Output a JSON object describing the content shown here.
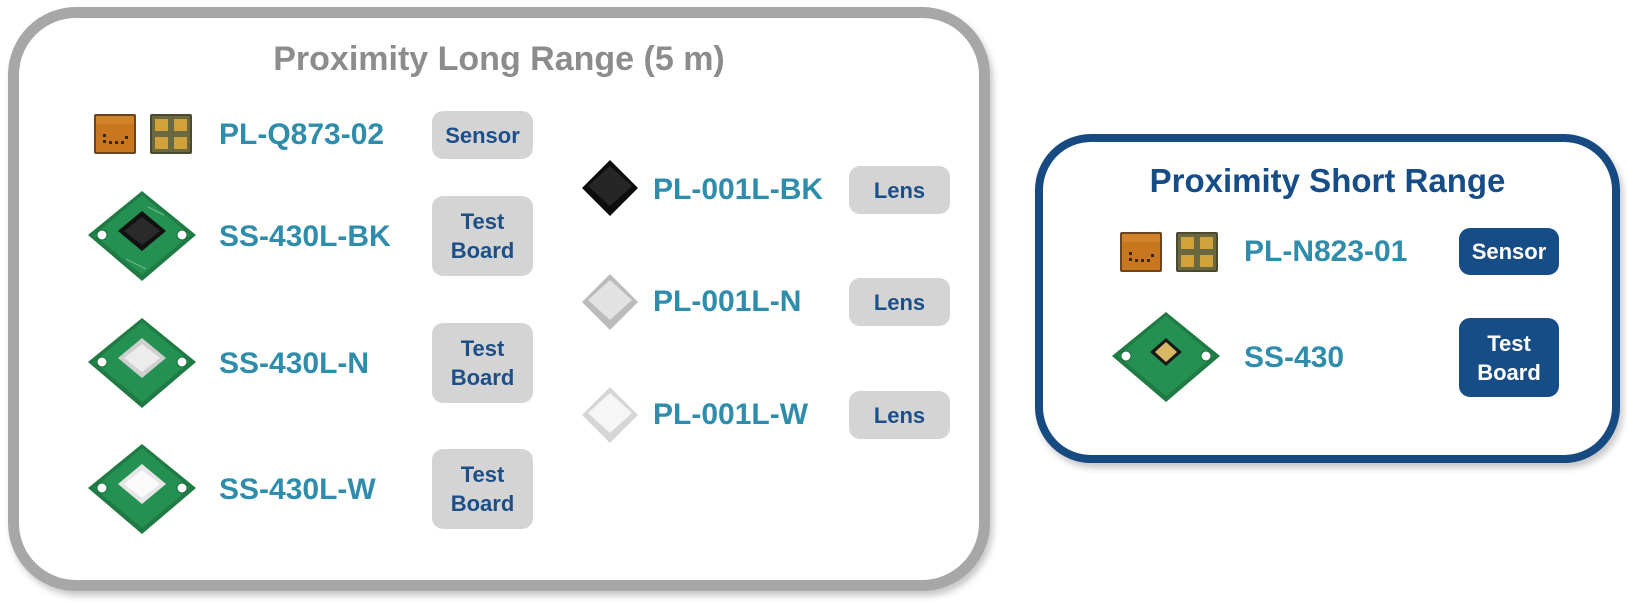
{
  "long_range": {
    "title": "Proximity Long Range (5 m)",
    "rows": [
      {
        "part": "PL-Q873-02",
        "tag": "Sensor"
      },
      {
        "part": "SS-430L-BK",
        "tag": "Test\nBoard"
      },
      {
        "part": "SS-430L-N",
        "tag": "Test\nBoard"
      },
      {
        "part": "SS-430L-W",
        "tag": "Test\nBoard"
      }
    ],
    "lenses": [
      {
        "part": "PL-001L-BK",
        "tag": "Lens"
      },
      {
        "part": "PL-001L-N",
        "tag": "Lens"
      },
      {
        "part": "PL-001L-W",
        "tag": "Lens"
      }
    ]
  },
  "short_range": {
    "title": "Proximity Short Range",
    "rows": [
      {
        "part": "PL-N823-01",
        "tag": "Sensor"
      },
      {
        "part": "SS-430",
        "tag": "Test\nBoard"
      }
    ]
  },
  "colors": {
    "long_border": "#a7a7a7",
    "long_title": "#8c8c8c",
    "short_border": "#164a80",
    "part_label": "#2f8cab",
    "tag_grey": "#d4d4d4",
    "tag_blue": "#174d86"
  }
}
